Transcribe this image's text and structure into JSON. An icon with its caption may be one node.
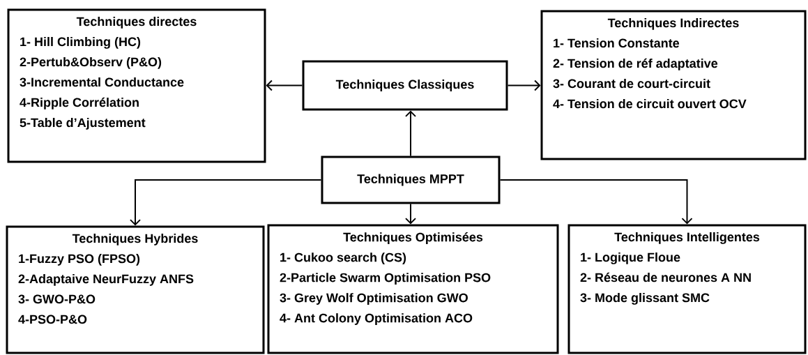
{
  "diagram": {
    "nodes": [
      {
        "text": [
          "Techniques directes",
          "1- Hill Climbing (HC)",
          "2-Pertub&Observ (P&O)",
          "3-Incremental Conductance",
          "4-Ripple Corrélation",
          "5-Table d’Ajustement"
        ]
      },
      {
        "text": [
          "Techniques Classiques"
        ]
      },
      {
        "text": [
          "Techniques Indirectes",
          "1- Tension Constante",
          "2- Tension de  réf adaptative",
          "3- Courant de court-circuit",
          "4- Tension de circuit ouvert OCV"
        ]
      },
      {
        "text": [
          "Techniques MPPT"
        ]
      },
      {
        "text": [
          "Techniques Hybrides",
          "1-Fuzzy PSO (FPSO)",
          "2-Adaptaive NeurFuzzy ANFS",
          "3- GWO-P&O",
          "4-PSO-P&O"
        ]
      },
      {
        "text": [
          "Techniques Optimisées",
          "1- Cukoo search (CS)",
          "2-Particle Swarm Optimisation PSO",
          "3- Grey Wolf Optimisation GWO",
          "4- Ant Colony Optimisation ACO"
        ]
      },
      {
        "text": [
          "Techniques Intelligentes",
          "1- Logique Floue",
          "2- Réseau de neurones A NN",
          "3- Mode glissant SMC"
        ]
      }
    ],
    "edges": [
      {
        "from": 1,
        "to": 0,
        "arrow": "to"
      },
      {
        "from": 1,
        "to": 2,
        "arrow": "to"
      },
      {
        "from": 3,
        "to": 1,
        "arrow": "to"
      },
      {
        "from": 3,
        "to": 4,
        "arrow": "to"
      },
      {
        "from": 3,
        "to": 5,
        "arrow": "to"
      },
      {
        "from": 3,
        "to": 6,
        "arrow": "to"
      }
    ]
  }
}
